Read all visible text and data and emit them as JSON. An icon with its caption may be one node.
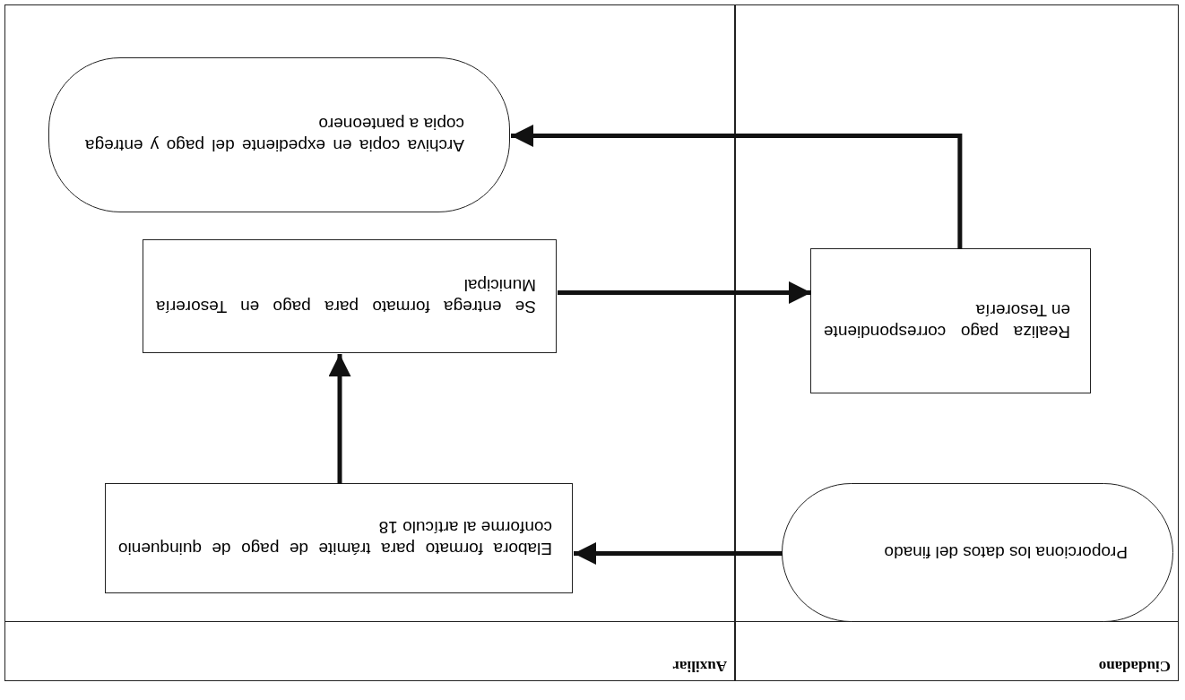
{
  "diagram": {
    "nodes": [
      {
        "text": [
          "Ciudadano"
        ]
      },
      {
        "text": [
          "Auxiliar"
        ]
      },
      {
        "text": [
          "Proporciona los datos del finado"
        ],
        "in": 0
      },
      {
        "text": [
          "Elabora formato para trámite de pago de quinquenio conforme al artículo 18"
        ],
        "in": 1
      },
      {
        "text": [
          "Se entrega formato para pago en Tesorería Municipal"
        ],
        "in": 1
      },
      {
        "text": [
          "Realiza pago correspondiente en Tesorería"
        ],
        "in": 0
      },
      {
        "text": [
          "Archiva copia en expediente del pago y entrega copia a panteonero"
        ],
        "in": 1
      }
    ],
    "edges": [
      {
        "from": 2,
        "to": 3,
        "arrow": "to"
      },
      {
        "from": 3,
        "to": 4,
        "arrow": "to"
      },
      {
        "from": 4,
        "to": 5,
        "arrow": "to"
      },
      {
        "from": 5,
        "to": 6,
        "arrow": "to"
      }
    ]
  }
}
